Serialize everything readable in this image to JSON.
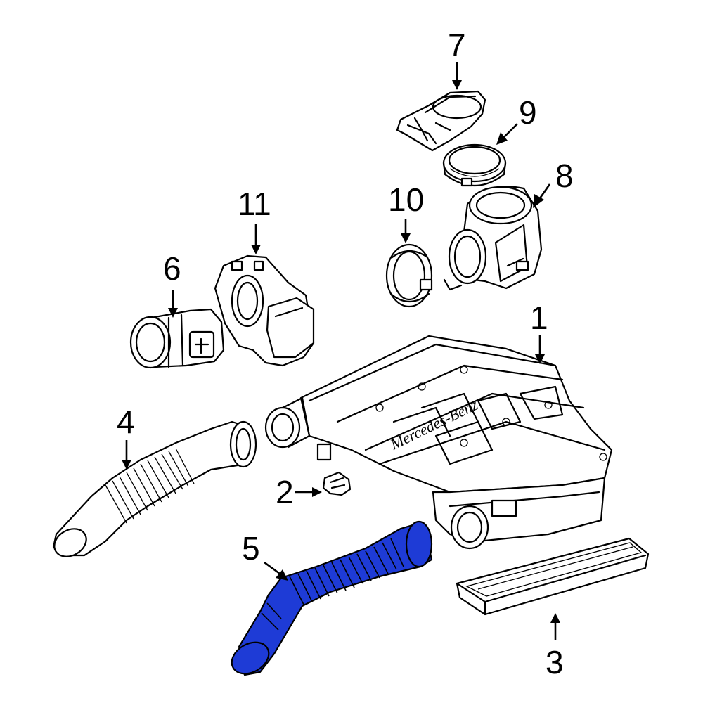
{
  "labels": {
    "p1": "1",
    "p2": "2",
    "p3": "3",
    "p4": "4",
    "p5": "5",
    "p6": "6",
    "p7": "7",
    "p8": "8",
    "p9": "9",
    "p10": "10",
    "p11": "11"
  },
  "housing_text": "Mercedes-Benz",
  "highlight_part": "5",
  "colors": {
    "highlight": "#1e3bd6",
    "line": "#000000",
    "background": "#ffffff"
  }
}
